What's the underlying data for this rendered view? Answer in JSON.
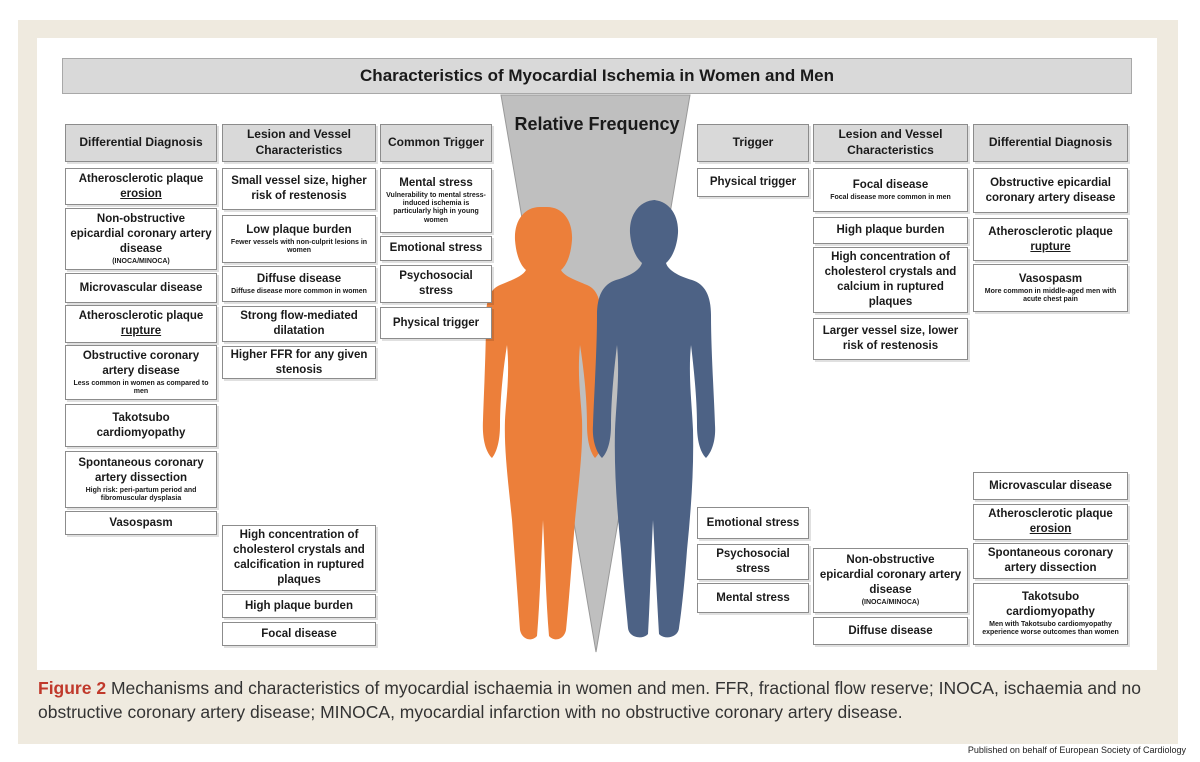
{
  "title": "Characteristics of Myocardial Ischemia in Women and Men",
  "relative_frequency_label": "Relative Frequency",
  "colors": {
    "women_figure": "#ec7f3a",
    "men_figure": "#4d6285",
    "funnel": "#bfbfbf",
    "header_fill": "#d9d9d9",
    "caption_accent": "#c0392b"
  },
  "women": {
    "diff_header": "Differential Diagnosis",
    "lesion_header": "Lesion and Vessel Characteristics",
    "trigger_header": "Common Trigger",
    "diff": [
      {
        "main": "Atherosclerotic plaque",
        "ul": "erosion"
      },
      {
        "main": "Non-obstructive epicardial coronary artery disease",
        "note": "(INOCA/MINOCA)"
      },
      {
        "main": "Microvascular disease"
      },
      {
        "main": "Atherosclerotic plaque",
        "ul": "rupture"
      },
      {
        "main": "Obstructive coronary artery disease",
        "note": "Less common in women as compared to men"
      },
      {
        "main": "Takotsubo cardiomyopathy"
      },
      {
        "main": "Spontaneous coronary artery dissection",
        "note": "High risk: peri-partum period and fibromuscular dysplasia"
      },
      {
        "main": "Vasospasm"
      }
    ],
    "lesion": [
      {
        "main": "Small vessel size, higher risk of restenosis"
      },
      {
        "main": "Low plaque burden",
        "note": "Fewer vessels with non-culprit lesions in women"
      },
      {
        "main": "Diffuse disease",
        "note": "Diffuse disease more common in women"
      },
      {
        "main": "Strong flow-mediated dilatation"
      },
      {
        "main": "Higher FFR for any given stenosis"
      },
      {
        "main": "High concentration of cholesterol crystals and calcification in ruptured plaques"
      },
      {
        "main": "High plaque burden"
      },
      {
        "main": "Focal disease"
      }
    ],
    "trigger": [
      {
        "main": "Mental stress",
        "note": "Vulnerability to mental stress-induced ischemia is particularly high in young women"
      },
      {
        "main": "Emotional stress"
      },
      {
        "main": "Psychosocial stress"
      },
      {
        "main": "Physical trigger"
      }
    ]
  },
  "men": {
    "trigger_header": "Trigger",
    "lesion_header": "Lesion and Vessel Characteristics",
    "diff_header": "Differential Diagnosis",
    "trigger": [
      {
        "main": "Physical trigger"
      },
      {
        "main": "Emotional stress"
      },
      {
        "main": "Psychosocial stress"
      },
      {
        "main": "Mental stress"
      }
    ],
    "lesion": [
      {
        "main": "Focal disease",
        "note": "Focal disease more common in men"
      },
      {
        "main": "High plaque burden"
      },
      {
        "main": "High concentration of cholesterol crystals and calcium in ruptured plaques"
      },
      {
        "main": "Larger vessel size, lower risk of restenosis"
      },
      {
        "main": "Non-obstructive epicardial coronary artery disease",
        "note": "(INOCA/MINOCA)"
      },
      {
        "main": "Diffuse disease"
      }
    ],
    "diff": [
      {
        "main": "Obstructive epicardial coronary artery disease"
      },
      {
        "main": "Atherosclerotic plaque",
        "ul": "rupture"
      },
      {
        "main": "Vasospasm",
        "note": "More common in middle-aged men with acute chest pain"
      },
      {
        "main": "Microvascular disease"
      },
      {
        "main": "Atherosclerotic plaque",
        "ul": "erosion"
      },
      {
        "main": "Spontaneous coronary artery dissection"
      },
      {
        "main": "Takotsubo cardiomyopathy",
        "note": "Men with Takotsubo cardiomyopathy experience worse outcomes than women"
      }
    ]
  },
  "caption": {
    "label": "Figure 2",
    "text": "Mechanisms and characteristics of myocardial ischaemia in women and men. FFR, fractional flow reserve; INOCA, ischaemia and no obstructive coronary artery disease; MINOCA, myocardial infarction with no obstructive coronary artery disease."
  },
  "credit": "Published on behalf of European Society of Cardiology"
}
